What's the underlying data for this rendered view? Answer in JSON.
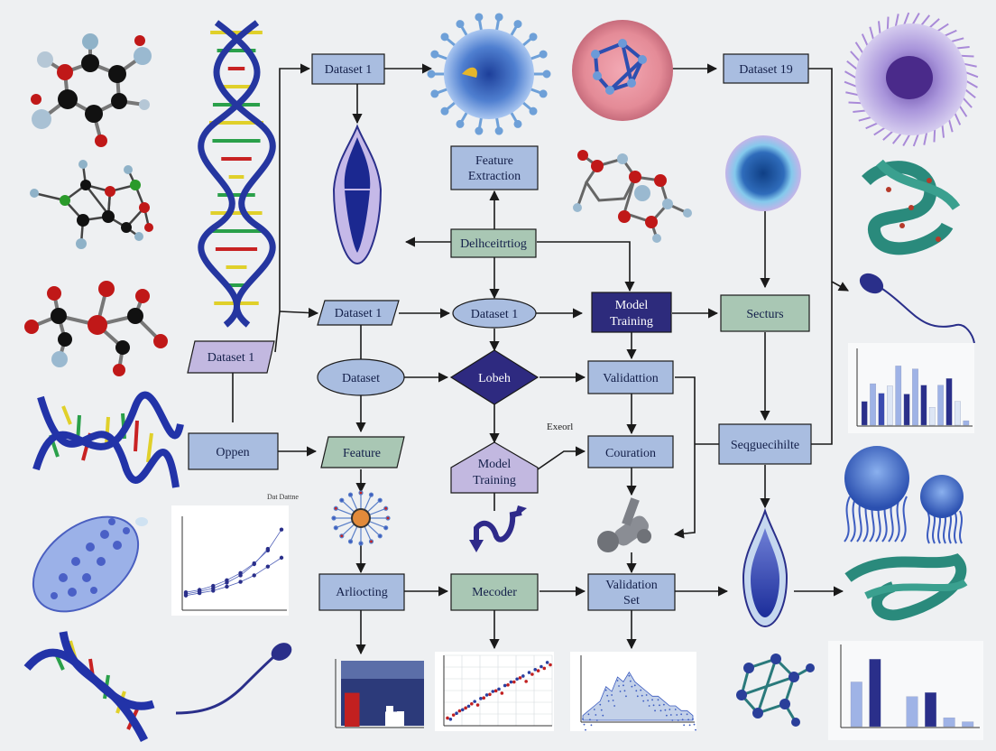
{
  "nodes": {
    "dataset_1_top": "Dataset 1",
    "dataset_19": "Dataset 19",
    "feature_extraction_l1": "Feature",
    "feature_extraction_l2": "Extraction",
    "delineating": "Delhceitrtiog",
    "dataset_1_para_left": "Dataset 1",
    "dataset_1_para_mid": "Dataset 1",
    "dataset_1_ellipse": "Dataset 1",
    "model_training_l1": "Model",
    "model_training_l2": "Training",
    "sectors": "Secturs",
    "dataset_ellipse": "Dataset",
    "lobeh": "Lobeh",
    "validation": "Validattion",
    "export": "Exeorl",
    "oppen": "Oppen",
    "feature_para": "Feature",
    "model_training_house_l1": "Model",
    "model_training_house_l2": "Training",
    "couration": "Couration",
    "sequential": "Seqguecihilte",
    "arriocting": "Arliocting",
    "mecoder": "Mecoder",
    "validation_set_l1": "Validation",
    "validation_set_l2": "Set",
    "plot_caption": "Dat Dattne"
  },
  "colors": {
    "box_blue": "#a9bde0",
    "box_green": "#a9c7b4",
    "box_purple": "#c2b8e0",
    "diamond_navy": "#2e2a80",
    "model_navy": "#2d2b7c",
    "dna_blue": "#2536a0",
    "arrow": "#1a1a1a"
  },
  "chart_data": [
    {
      "type": "scatter",
      "caption": "Dat Dattne",
      "series": [
        {
          "x": [
            1,
            2,
            3,
            4,
            5,
            6,
            7,
            8
          ],
          "y": [
            2,
            2.3,
            2.8,
            3.5,
            4.4,
            5.6,
            7.2,
            9.8
          ]
        },
        {
          "x": [
            1,
            2,
            3,
            4,
            5,
            6,
            7
          ],
          "y": [
            1.8,
            2.1,
            2.5,
            3.2,
            4.1,
            5.5,
            7.4
          ]
        },
        {
          "x": [
            1,
            2,
            3,
            4,
            5,
            6,
            7,
            8
          ],
          "y": [
            1.6,
            1.9,
            2.2,
            2.7,
            3.3,
            4.1,
            5.2,
            6.3
          ]
        }
      ],
      "ylim": [
        0,
        11
      ]
    },
    {
      "type": "bar",
      "values": [
        3.2,
        5.6,
        4.3,
        5.3,
        8.0,
        4.2,
        7.6,
        5.4,
        2.4,
        5.4,
        6.3,
        3.2,
        0.6
      ],
      "colors": [
        "#2a2f8a",
        "#9fb3e6",
        "#3b4bb0",
        "#dde6f5",
        "#9fb3e6",
        "#2a2f8a",
        "#9fb3e6",
        "#2a2f8a",
        "#dde6f5",
        "#9fb3e6",
        "#2a2f8a",
        "#dde6f5",
        "#9fb3e6"
      ],
      "ylim": [
        0,
        10
      ]
    },
    {
      "type": "bar",
      "values": [
        55,
        83,
        0,
        37,
        42,
        11,
        6
      ],
      "colors": [
        "#9fb3e6",
        "#2a2f8a",
        "#ffffff",
        "#9fb3e6",
        "#2a2f8a",
        "#9fb3e6",
        "#9fb3e6"
      ],
      "ylim": [
        0,
        100
      ]
    },
    {
      "type": "bar",
      "values": [
        52,
        0,
        23,
        0
      ],
      "colors": [
        "#c22020",
        "#ffffff",
        "#ffffff",
        "#ffffff"
      ],
      "ylim": [
        0,
        100
      ]
    },
    {
      "type": "scatter",
      "series": [
        {
          "x": [
            1,
            2,
            3,
            4,
            5,
            6,
            7,
            8,
            9,
            10,
            11,
            12,
            13,
            14,
            15,
            16,
            17,
            18
          ],
          "y": [
            1,
            1.5,
            2.2,
            2.7,
            3.4,
            3.2,
            4.4,
            5,
            5.6,
            5.2,
            6.6,
            7.1,
            7.8,
            7.2,
            8.4,
            9,
            9.4,
            10
          ]
        },
        {
          "x": [
            1.5,
            2.5,
            3.5,
            4.5,
            5.5,
            6.5,
            7.5,
            8.5,
            9.5,
            10.5,
            11.5,
            12.5,
            13.5,
            14.5,
            15.5,
            16.5,
            17.5
          ],
          "y": [
            0.8,
            1.8,
            2.4,
            3,
            3.8,
            4.3,
            4.9,
            5.5,
            5.9,
            6.5,
            7.1,
            7.6,
            8.1,
            8.7,
            9.2,
            9.7,
            10.4
          ]
        }
      ],
      "ylim": [
        0,
        11
      ]
    },
    {
      "type": "area",
      "values": [
        1,
        2,
        3,
        4,
        7,
        6,
        9,
        8,
        10,
        8,
        7,
        6,
        5,
        5,
        4,
        3,
        3,
        2,
        2,
        1
      ],
      "ylim": [
        0,
        12
      ]
    }
  ]
}
